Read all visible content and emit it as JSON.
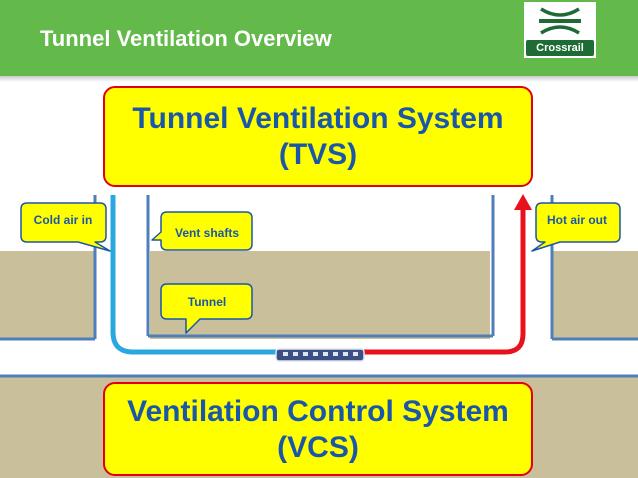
{
  "header": {
    "title": "Tunnel Ventilation Overview"
  },
  "logo": {
    "label": "Crossrail"
  },
  "tvs": {
    "line1": "Tunnel Ventilation System",
    "line2": "(TVS)"
  },
  "vcs": {
    "line1": "Ventilation Control System",
    "line2": "(VCS)"
  },
  "callouts": {
    "cold_air": "Cold air in",
    "vent_shafts": "Vent shafts",
    "tunnel": "Tunnel",
    "hot_air": "Hot air out"
  },
  "colors": {
    "header_green": "#63b94a",
    "box_fill": "#ffff00",
    "box_border": "#e0000f",
    "text_blue": "#1b57a8",
    "cold_air": "#29a8e0",
    "hot_air": "#e8121c",
    "ground": "#c9bf9a",
    "shaft_wall": "#4f7fb8"
  },
  "icons": {
    "train": "train-icon",
    "logo_mark": "crossrail-roundel-icon"
  }
}
